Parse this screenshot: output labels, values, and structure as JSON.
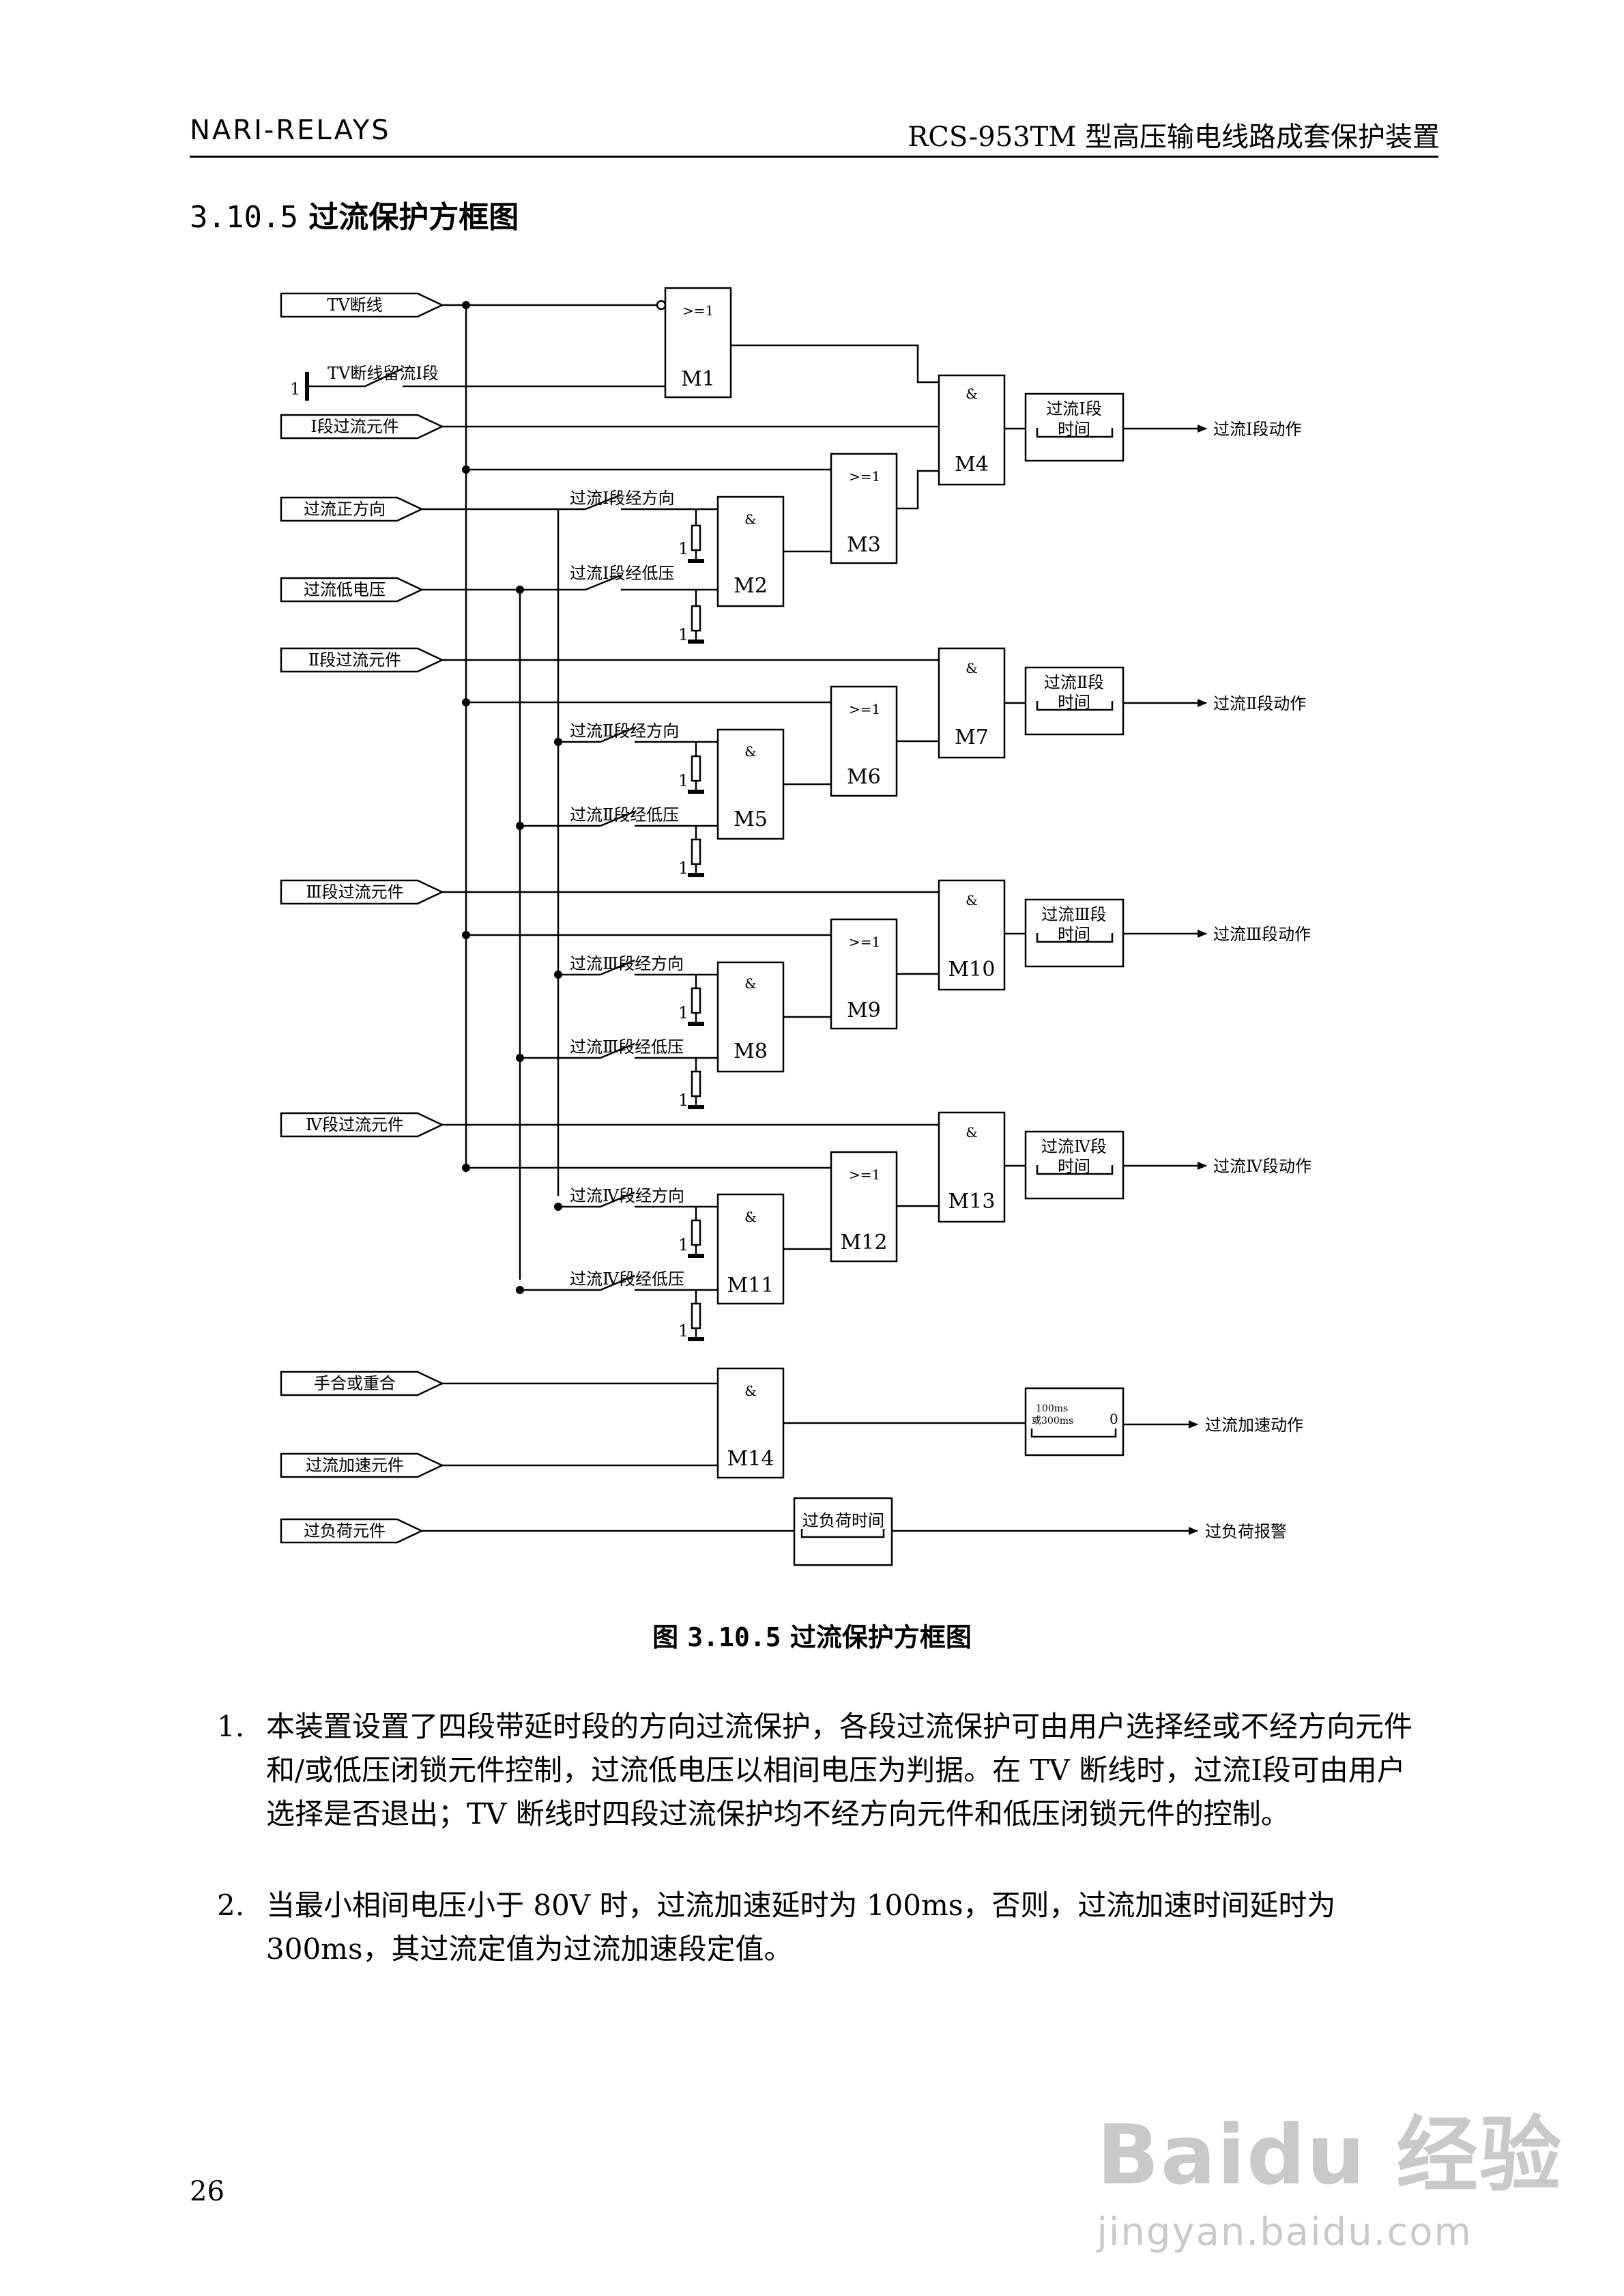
{
  "header": {
    "left": "NARI-RELAYS",
    "right": "RCS-953TM 型高压输电线路成套保护装置"
  },
  "section": {
    "number": "3.10.5",
    "title": "过流保护方框图"
  },
  "diagram": {
    "inputs": {
      "tv_break": "TV断线",
      "tv_residual": "TV断线留流Ⅰ段",
      "oc1": "Ⅰ段过流元件",
      "dir": "过流正方向",
      "lowv": "过流低电压",
      "oc2": "Ⅱ段过流元件",
      "oc3": "Ⅲ段过流元件",
      "oc4": "Ⅳ段过流元件",
      "manual": "手合或重合",
      "accel": "过流加速元件",
      "overload": "过负荷元件"
    },
    "switches": {
      "s1_dir": "过流Ⅰ段经方向",
      "s1_lowv": "过流Ⅰ段经低压",
      "s2_dir": "过流Ⅱ段经方向",
      "s2_lowv": "过流Ⅱ段经低压",
      "s3_dir": "过流Ⅲ段经方向",
      "s3_lowv": "过流Ⅲ段经低压",
      "s4_dir": "过流Ⅳ段经方向",
      "s4_lowv": "过流Ⅳ段经低压",
      "one": "1"
    },
    "gates": {
      "or_sym": ">=1",
      "and_sym": "&",
      "m1": "M1",
      "m2": "M2",
      "m3": "M3",
      "m4": "M4",
      "m5": "M5",
      "m6": "M6",
      "m7": "M7",
      "m8": "M8",
      "m9": "M9",
      "m10": "M10",
      "m11": "M11",
      "m12": "M12",
      "m13": "M13",
      "m14": "M14"
    },
    "timers": {
      "t1_a": "过流Ⅰ段",
      "t1_b": "时间",
      "t2_a": "过流Ⅱ段",
      "t2_b": "时间",
      "t3_a": "过流Ⅲ段",
      "t3_b": "时间",
      "t4_a": "过流Ⅳ段",
      "t4_b": "时间",
      "ta_a": "100ms",
      "ta_b": "或300ms",
      "ta_zero": "0",
      "tol": "过负荷时间"
    },
    "outputs": {
      "o1": "过流Ⅰ段动作",
      "o2": "过流Ⅱ段动作",
      "o3": "过流Ⅲ段动作",
      "o4": "过流Ⅳ段动作",
      "oa": "过流加速动作",
      "ol": "过负荷报警"
    }
  },
  "caption": {
    "prefix": "图",
    "number": "3.10.5",
    "title": "过流保护方框图"
  },
  "paragraphs": [
    {
      "num": "1.",
      "text": "本装置设置了四段带延时段的方向过流保护，各段过流保护可由用户选择经或不经方向元件和/或低压闭锁元件控制，过流低电压以相间电压为判据。在 TV 断线时，过流Ⅰ段可由用户选择是否退出；TV 断线时四段过流保护均不经方向元件和低压闭锁元件的控制。"
    },
    {
      "num": "2.",
      "text": "当最小相间电压小于 80V 时，过流加速延时为 100ms，否则，过流加速时间延时为 300ms，其过流定值为过流加速段定值。"
    }
  ],
  "page_number": "26",
  "watermark": {
    "big": "Baidu 经验",
    "small": "jingyan.baidu.com"
  }
}
